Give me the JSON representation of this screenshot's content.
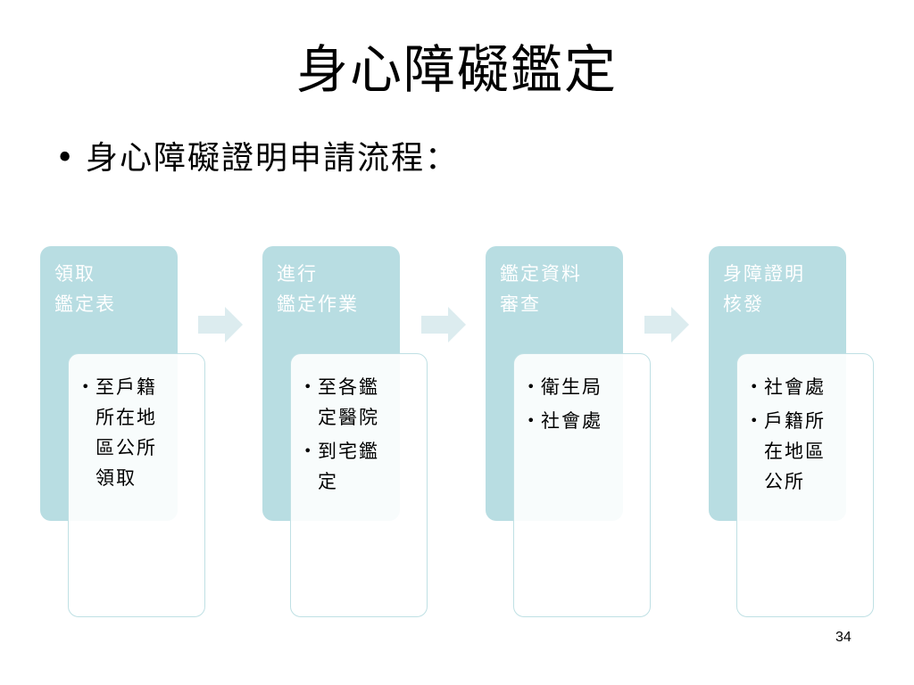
{
  "title": "身心障礙鑑定",
  "bullet": {
    "symbol": "•",
    "text": "身心障礙證明申請流程："
  },
  "steps": [
    {
      "label_lines": [
        "領取",
        "鑑定表"
      ],
      "details": [
        "至戶籍所在地區公所領取"
      ]
    },
    {
      "label_lines": [
        "進行",
        "鑑定作業"
      ],
      "details": [
        "至各鑑定醫院",
        "到宅鑑定"
      ]
    },
    {
      "label_lines": [
        "鑑定資料",
        "審查"
      ],
      "details": [
        "衛生局",
        "社會處"
      ]
    },
    {
      "label_lines": [
        "身障證明",
        "核發"
      ],
      "details": [
        "社會處",
        "戶籍所在地區公所"
      ]
    }
  ],
  "arrow_icon": "right-arrow-icon",
  "colors": {
    "step_fill": "#b8dde2",
    "arrow_fill": "#dcecef",
    "detail_border": "#bfe0e4"
  },
  "page_number": "34"
}
